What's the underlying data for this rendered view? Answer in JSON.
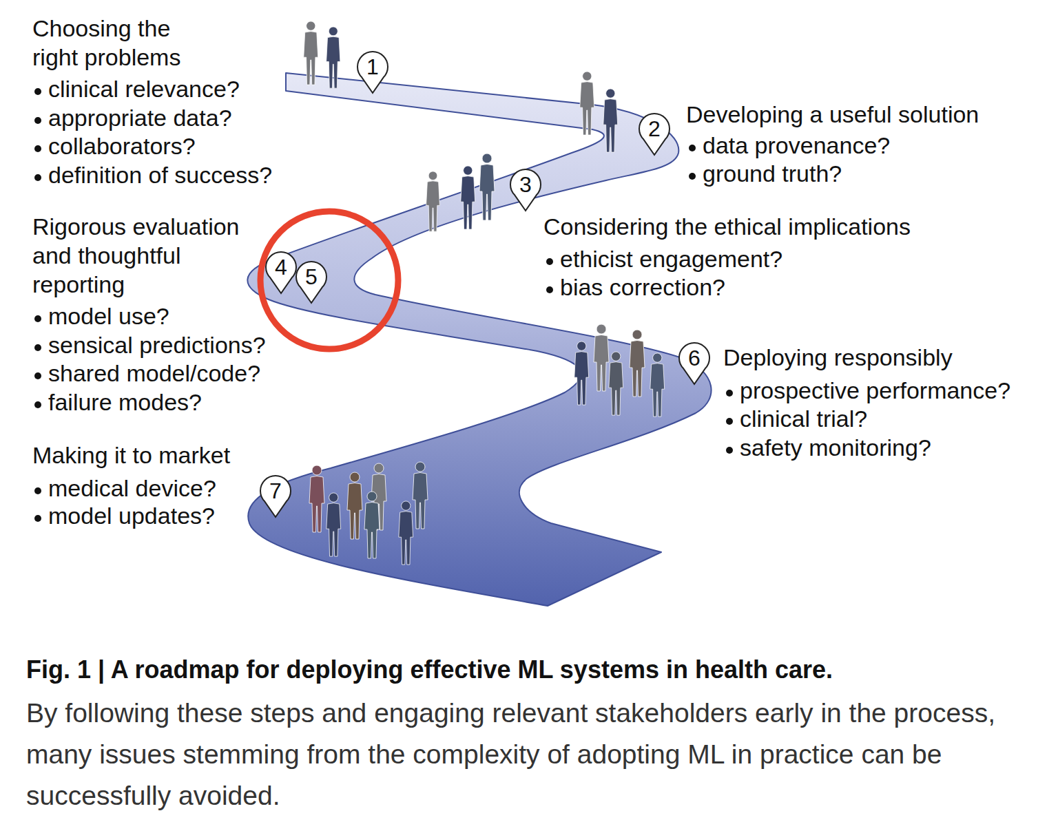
{
  "diagram": {
    "title": "Fig. 1 | A roadmap for deploying effective ML systems in health care.",
    "caption": "By following these steps and engaging relevant stakeholders early in the process, many issues stemming from the complexity of adopting ML in practice can be successfully avoided.",
    "nodes": [
      {
        "text": [
          "1"
        ]
      },
      {
        "text": [
          "2"
        ]
      },
      {
        "text": [
          "3"
        ]
      },
      {
        "text": [
          "4"
        ]
      },
      {
        "text": [
          "5"
        ]
      },
      {
        "text": [
          "6"
        ]
      },
      {
        "text": [
          "7"
        ]
      }
    ],
    "labels": [
      "Choosing the right problems",
      "clinical relevance?",
      "appropriate data?",
      "collaborators?",
      "definition of success?",
      "Developing a useful solution",
      "data provenance?",
      "ground truth?",
      "Considering the ethical implications",
      "ethicist engagement?",
      "bias correction?",
      "Rigorous evaluation and thoughtful reporting",
      "model use?",
      "sensical predictions?",
      "shared model/code?",
      "failure modes?",
      "Deploying responsibly",
      "prospective performance?",
      "clinical trial?",
      "safety monitoring?",
      "Making it to market",
      "medical device?",
      "model updates?"
    ]
  }
}
